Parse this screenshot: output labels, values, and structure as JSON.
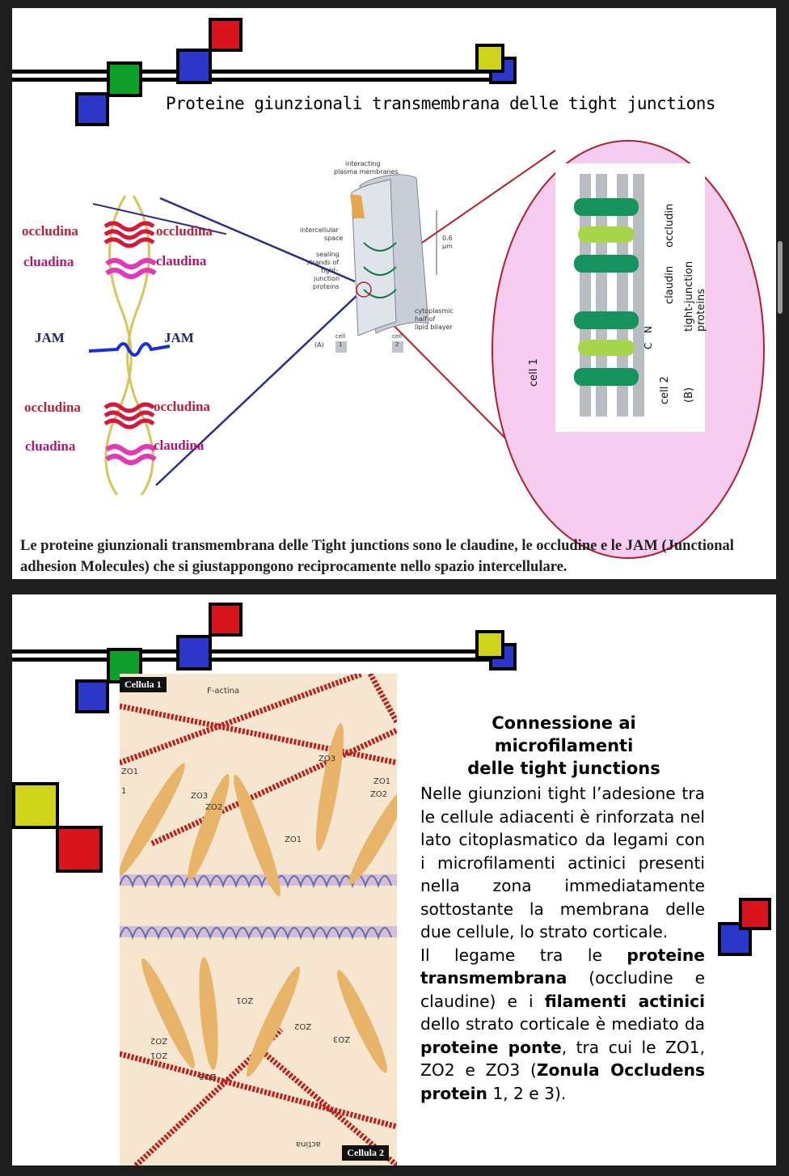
{
  "slide1": {
    "title": "Proteine giunzionali transmembrana delle tight junctions",
    "left_labels": [
      "occludina",
      "cluadina",
      "JAM",
      "occludina",
      "cluadina"
    ],
    "right_labels": [
      "occludina",
      "claudina",
      "JAM",
      "occludina",
      "claudina"
    ],
    "diagram_a": {
      "interacting": "interacting",
      "plasma_membranes": "plasma membranes",
      "intercellular": "intercellular",
      "space": "space",
      "sealing": "sealing",
      "strands_of": "strands of",
      "tight": "tight-",
      "junction": "junction",
      "proteins": "proteins",
      "size": "0.6",
      "unit": "µm",
      "cytoplasmic": "cytoplasmic",
      "half_of": "half of",
      "lipid_bilayer": "lipid bilayer",
      "panel": "(A)",
      "cell1_a": "cell",
      "cell1_b": "1",
      "cell2_a": "cell",
      "cell2_b": "2"
    },
    "diagram_b": {
      "cell1": "cell 1",
      "cell2": "cell 2",
      "claudin": "claudin",
      "occludin": "occludin",
      "tjp": "tight-junction proteins",
      "panel": "(B)",
      "c": "C",
      "n": "N"
    },
    "caption": "Le proteine giunzionali transmembrana delle Tight junctions sono le claudine, le occludine e le JAM (Junctional adhesion Molecules) che si giustappongono reciprocamente nello spazio intercellulare."
  },
  "slide2": {
    "title_line1": "Connessione ai microfilamenti",
    "title_line2": "delle tight junctions",
    "para1": "Nelle giunzioni tight l’adesione tra le cellule adiacenti è rinforzata nel lato citoplasmatico da legami con i microfilamenti actinici presenti nella zona immediatamente sottostante la membrana delle due cellule, lo strato corticale.",
    "p2_a": "Il legame tra le ",
    "p2_b": "proteine transmembrana",
    "p2_c": " (occludine e claudine) e i ",
    "p2_d": "filamenti actinici",
    "p2_e": " dello strato corticale è mediato da ",
    "p2_f": "proteine ponte",
    "p2_g": ", tra cui le ZO1, ZO2 e ZO3 (",
    "p2_h": "Zonula Occludens protein",
    "p2_i": " 1, 2 e 3).",
    "photo": {
      "cell1": "Cellula 1",
      "cell2": "Cellula 2",
      "factina": "F-actina",
      "factina_flipped": "actina",
      "zo1": "ZO1",
      "zo2": "ZO2",
      "zo3": "ZO3",
      "one": "1"
    }
  }
}
